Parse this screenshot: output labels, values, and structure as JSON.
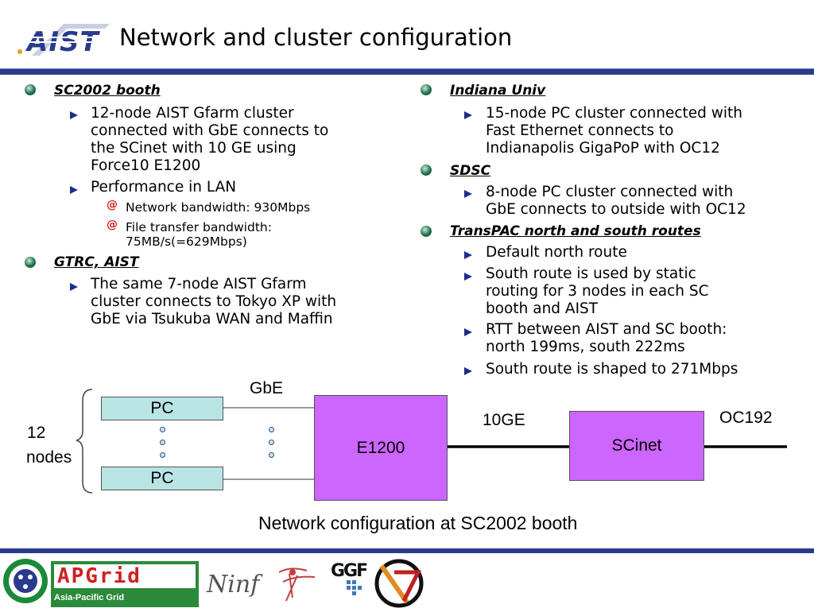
{
  "header": {
    "logo_text": "AIST",
    "title": "Network and cluster configuration"
  },
  "left": {
    "sc2002": {
      "heading": "SC2002 booth",
      "item1": [
        "12-node AIST Gfarm cluster",
        "connected with GbE connects to",
        "the SCinet with 10 GE using",
        "Force10 E1200"
      ],
      "item2": "Performance in LAN",
      "sub1": "Network bandwidth: 930Mbps",
      "sub2": [
        "File transfer bandwidth:",
        "75MB/s(=629Mbps)"
      ]
    },
    "gtrc": {
      "heading": "GTRC, AIST",
      "item1": [
        "The same 7-node AIST Gfarm",
        "cluster connects to Tokyo XP with",
        "GbE via Tsukuba WAN and Maffin"
      ]
    }
  },
  "right": {
    "indiana": {
      "heading": "Indiana Univ",
      "item1": [
        "15-node PC cluster connected with",
        "Fast Ethernet connects to",
        "Indianapolis GigaPoP with OC12"
      ]
    },
    "sdsc": {
      "heading": "SDSC",
      "item1": [
        "8-node PC cluster connected with",
        "GbE connects to outside with OC12"
      ]
    },
    "transpac": {
      "heading": "TransPAC north and south routes",
      "item1": "Default north route",
      "item2": [
        "South route is used by static",
        "routing for 3 nodes in each SC",
        "booth and AIST"
      ],
      "item3": [
        "RTT between AIST and SC booth:",
        "north 199ms, south 222ms"
      ],
      "item4": "South route is shaped to 271Mbps"
    }
  },
  "diagram": {
    "pc_top": "PC",
    "pc_bottom": "PC",
    "nodes_count": "12",
    "nodes_word": "nodes",
    "gbe": "GbE",
    "e1200": "E1200",
    "tenge": "10GE",
    "scinet": "SCinet",
    "oc192": "OC192",
    "caption": "Network configuration at SC2002 booth"
  },
  "footer": {
    "apgrid_text": "APGrid",
    "apgrid_sub": "Asia-Pacific Grid",
    "ninf_text": "Ninf",
    "ggf_text": "GGF"
  },
  "colors": {
    "brand_blue": "#2b3a8c",
    "pc_box": "#b8e4e4",
    "switch_box": "#cc66ff"
  }
}
